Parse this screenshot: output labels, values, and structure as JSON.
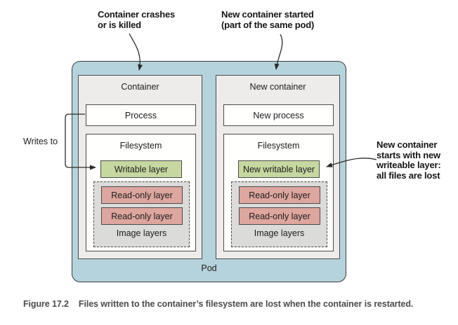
{
  "annotations": {
    "top_left": {
      "lines": [
        "Container crashes",
        "or is killed"
      ]
    },
    "top_right": {
      "lines": [
        "New container started",
        "(part of the same pod)"
      ]
    },
    "writes_to": "Writes to",
    "right_side": {
      "lines": [
        "New container",
        "starts with new",
        "writeable layer:",
        "all files are lost"
      ]
    }
  },
  "pod": {
    "label": "Pod",
    "containers": [
      {
        "title": "Container",
        "process_label": "Process",
        "filesystem": {
          "title": "Filesystem",
          "writable_layer": "Writable layer",
          "image_layers": {
            "label": "Image layers",
            "read_only_layers": [
              "Read-only layer",
              "Read-only layer"
            ]
          }
        }
      },
      {
        "title": "New container",
        "process_label": "New process",
        "filesystem": {
          "title": "Filesystem",
          "writable_layer": "New writable layer",
          "image_layers": {
            "label": "Image layers",
            "read_only_layers": [
              "Read-only layer",
              "Read-only layer"
            ]
          }
        }
      }
    ]
  },
  "caption": {
    "figure_label": "Figure 17.2",
    "text": "Files written to the container’s filesystem are lost when the container is restarted."
  },
  "colors": {
    "pod_fill": "#b5d3dc",
    "container_fill": "#edecea",
    "writable_green": "#c6d8a0",
    "readonly_pink": "#dda69e",
    "image_layers_fill": "#dbdbd9",
    "border": "#4a4a4a",
    "caption_text": "#4b4b4b"
  }
}
